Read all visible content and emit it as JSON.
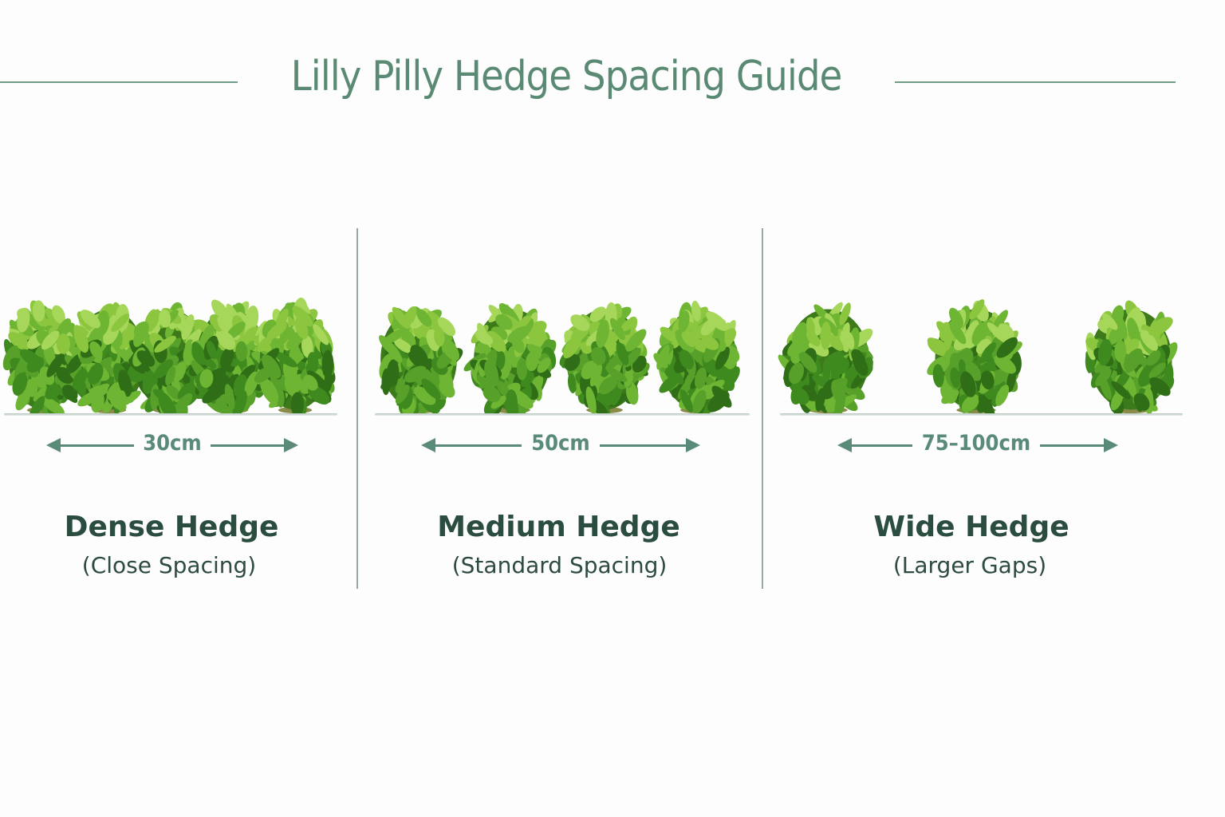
{
  "title": "Lilly Pilly Hedge Spacing Guide",
  "colors": {
    "title": "#5a8a73",
    "accent": "#5a8a78",
    "heading": "#2a4d3f",
    "leaf_dark": "#3f7f1e",
    "leaf_light": "#8cc63f"
  },
  "panels": [
    {
      "name": "Dense Hedge",
      "subtitle": "(Close Spacing)",
      "spacing": "30cm",
      "shrub_count": 5
    },
    {
      "name": "Medium Hedge",
      "subtitle": "(Standard Spacing)",
      "spacing": "50cm",
      "shrub_count": 4
    },
    {
      "name": "Wide Hedge",
      "subtitle": "(Larger Gaps)",
      "spacing": "75–100cm",
      "shrub_count": 3
    }
  ]
}
